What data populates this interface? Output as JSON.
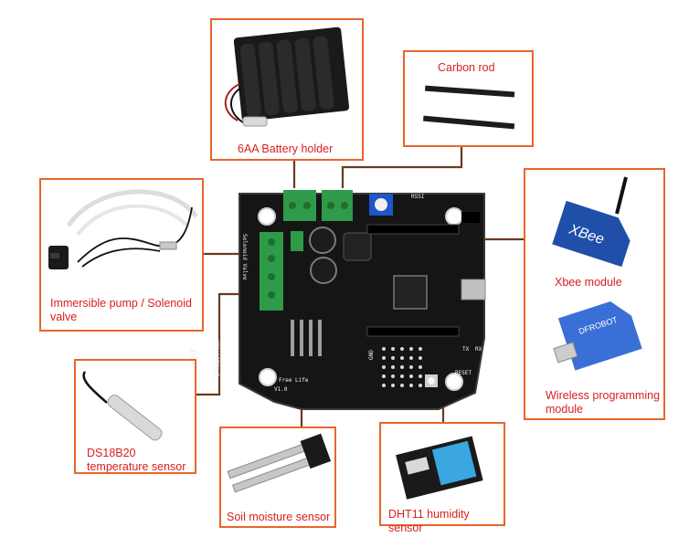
{
  "components": {
    "battery": {
      "label": "6AA Battery holder"
    },
    "carbon": {
      "label": "Carbon rod"
    },
    "xbee": {
      "label": "Xbee module"
    },
    "wireless": {
      "label": "Wireless programming module"
    },
    "pump": {
      "label": "Immersible pump / Solenoid valve"
    },
    "ds18b20": {
      "label": "DS18B20 temperature sensor"
    },
    "soil": {
      "label": "Soil moisture sensor"
    },
    "dht11": {
      "label": "DHT11 humidity sensor"
    }
  },
  "board": {
    "brand": "DFROBOT",
    "model": "DFR0Bot.com",
    "version": "V1.0",
    "marks": {
      "reset": "RESET",
      "gnd": "GND",
      "tx": "TX",
      "rx": "RX",
      "solenoid": "Solenoid Valve",
      "rssi": "RSSI",
      "lfree": "Free Life"
    }
  },
  "xbee_chip_text": "XBee",
  "dfrobot_module_text": "DFROBOT"
}
